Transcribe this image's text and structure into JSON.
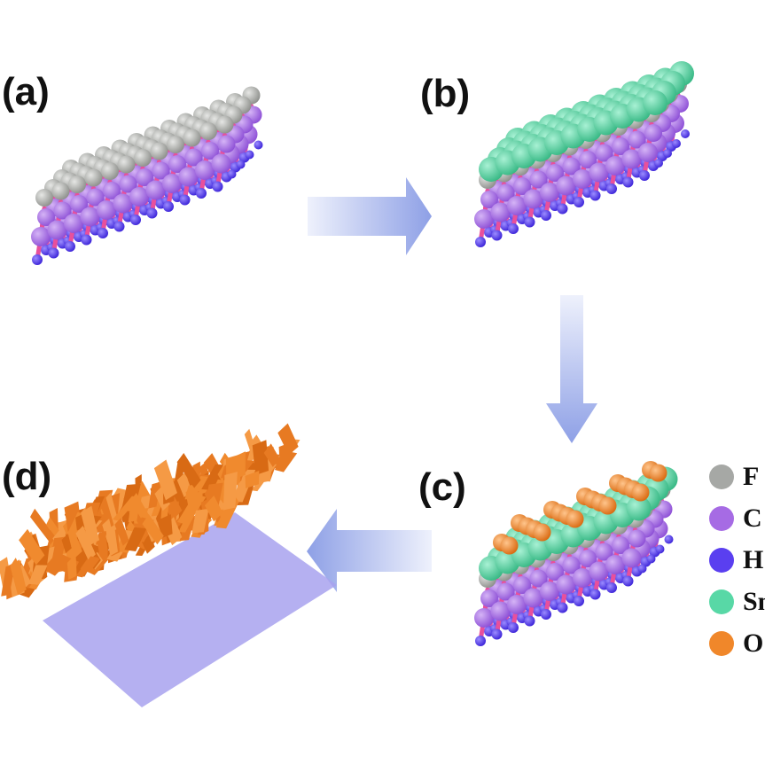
{
  "panels": {
    "a": "(a)",
    "b": "(b)",
    "c": "(c)",
    "d": "(d)"
  },
  "legend": [
    {
      "symbol": "F",
      "color": "#a6a8a5"
    },
    {
      "symbol": "C",
      "color": "#a66be4"
    },
    {
      "symbol": "H",
      "color": "#5a3ff0"
    },
    {
      "symbol": "Sn",
      "color": "#58d8a6"
    },
    {
      "symbol": "O",
      "color": "#f0872a"
    }
  ],
  "colors": {
    "F": "#a6a8a5",
    "C": "#a66be4",
    "H": "#5a3ff0",
    "Sn": "#58d8a6",
    "O": "#f0872a",
    "bond": "#e8509c",
    "arrow": "#9aa9e6",
    "substrate": "#a8a2ee",
    "nanosheet": "#e77a22"
  }
}
